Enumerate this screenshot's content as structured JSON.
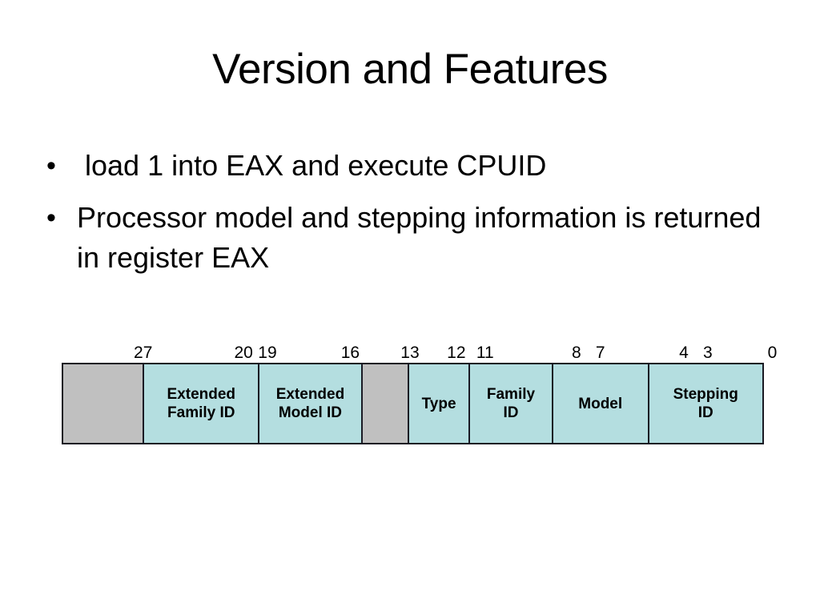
{
  "slide": {
    "title": "Version and Features",
    "bullets": [
      {
        "marker": "•",
        "text": " load 1 into EAX and execute CPUID"
      },
      {
        "marker": "•",
        "text": "Processor model and stepping information is returned in register EAX"
      }
    ]
  },
  "diagram": {
    "name": "cpuid-eax-bitfield",
    "colors": {
      "reserved": "#c0c0c0",
      "field": "#b4dee0",
      "border": "#1a1a24",
      "background": "#ffffff"
    },
    "bit_labels": [
      {
        "text": "27",
        "left_pct": 11.6,
        "align": "left"
      },
      {
        "text": "20",
        "left_pct": 25.9,
        "align": "left"
      },
      {
        "text": "19",
        "left_pct": 29.3,
        "align": "left"
      },
      {
        "text": "16",
        "left_pct": 41.1,
        "align": "left"
      },
      {
        "text": "13",
        "left_pct": 49.6,
        "align": "left"
      },
      {
        "text": "12",
        "left_pct": 56.2,
        "align": "left"
      },
      {
        "text": "11",
        "left_pct": 60.3,
        "align": "left"
      },
      {
        "text": "8",
        "left_pct": 73.3,
        "align": "left"
      },
      {
        "text": "7",
        "left_pct": 76.7,
        "align": "left"
      },
      {
        "text": "4",
        "left_pct": 88.6,
        "align": "left"
      },
      {
        "text": "3",
        "left_pct": 92.0,
        "align": "left"
      },
      {
        "text": "0",
        "left_pct": 101.2,
        "align": "left"
      }
    ],
    "cells": [
      {
        "label": "",
        "kind": "reserved",
        "width_pct": 11.6,
        "bits": "31-28"
      },
      {
        "label": "Extended\nFamily ID",
        "kind": "field",
        "width_pct": 16.5,
        "bits": "27-20"
      },
      {
        "label": "Extended\nModel ID",
        "kind": "field",
        "width_pct": 14.7,
        "bits": "19-16"
      },
      {
        "label": "",
        "kind": "reserved",
        "width_pct": 6.7,
        "bits": "15-14"
      },
      {
        "label": "Type",
        "kind": "field",
        "width_pct": 8.7,
        "bits": "13-12"
      },
      {
        "label": "Family\nID",
        "kind": "field",
        "width_pct": 11.9,
        "bits": "11-8"
      },
      {
        "label": "Model",
        "kind": "field",
        "width_pct": 13.7,
        "bits": "7-4"
      },
      {
        "label": "Stepping\nID",
        "kind": "field",
        "width_pct": 16.2,
        "bits": "3-0"
      }
    ]
  }
}
